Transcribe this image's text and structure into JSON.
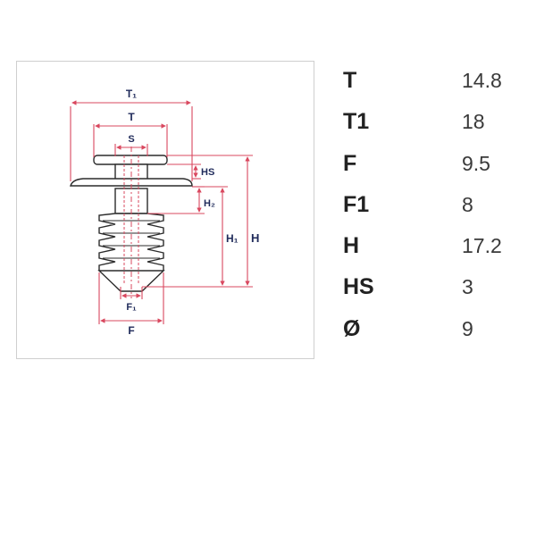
{
  "diagram": {
    "labels": {
      "t1": "T₁",
      "t": "T",
      "s": "S",
      "hs": "HS",
      "h2": "H₂",
      "h1": "H₁",
      "h": "H",
      "f1": "F₁",
      "f": "F"
    },
    "colors": {
      "outline": "#2b2b2b",
      "part_fill": "#ffffff",
      "dimension": "#d9485f",
      "label": "#1f2a5a"
    }
  },
  "specs": [
    {
      "label": "T",
      "value": "14.8"
    },
    {
      "label": "T1",
      "value": "18"
    },
    {
      "label": "F",
      "value": "9.5"
    },
    {
      "label": "F1",
      "value": "8"
    },
    {
      "label": "H",
      "value": "17.2"
    },
    {
      "label": "HS",
      "value": "3"
    },
    {
      "label": "Ø",
      "value": "9"
    }
  ]
}
